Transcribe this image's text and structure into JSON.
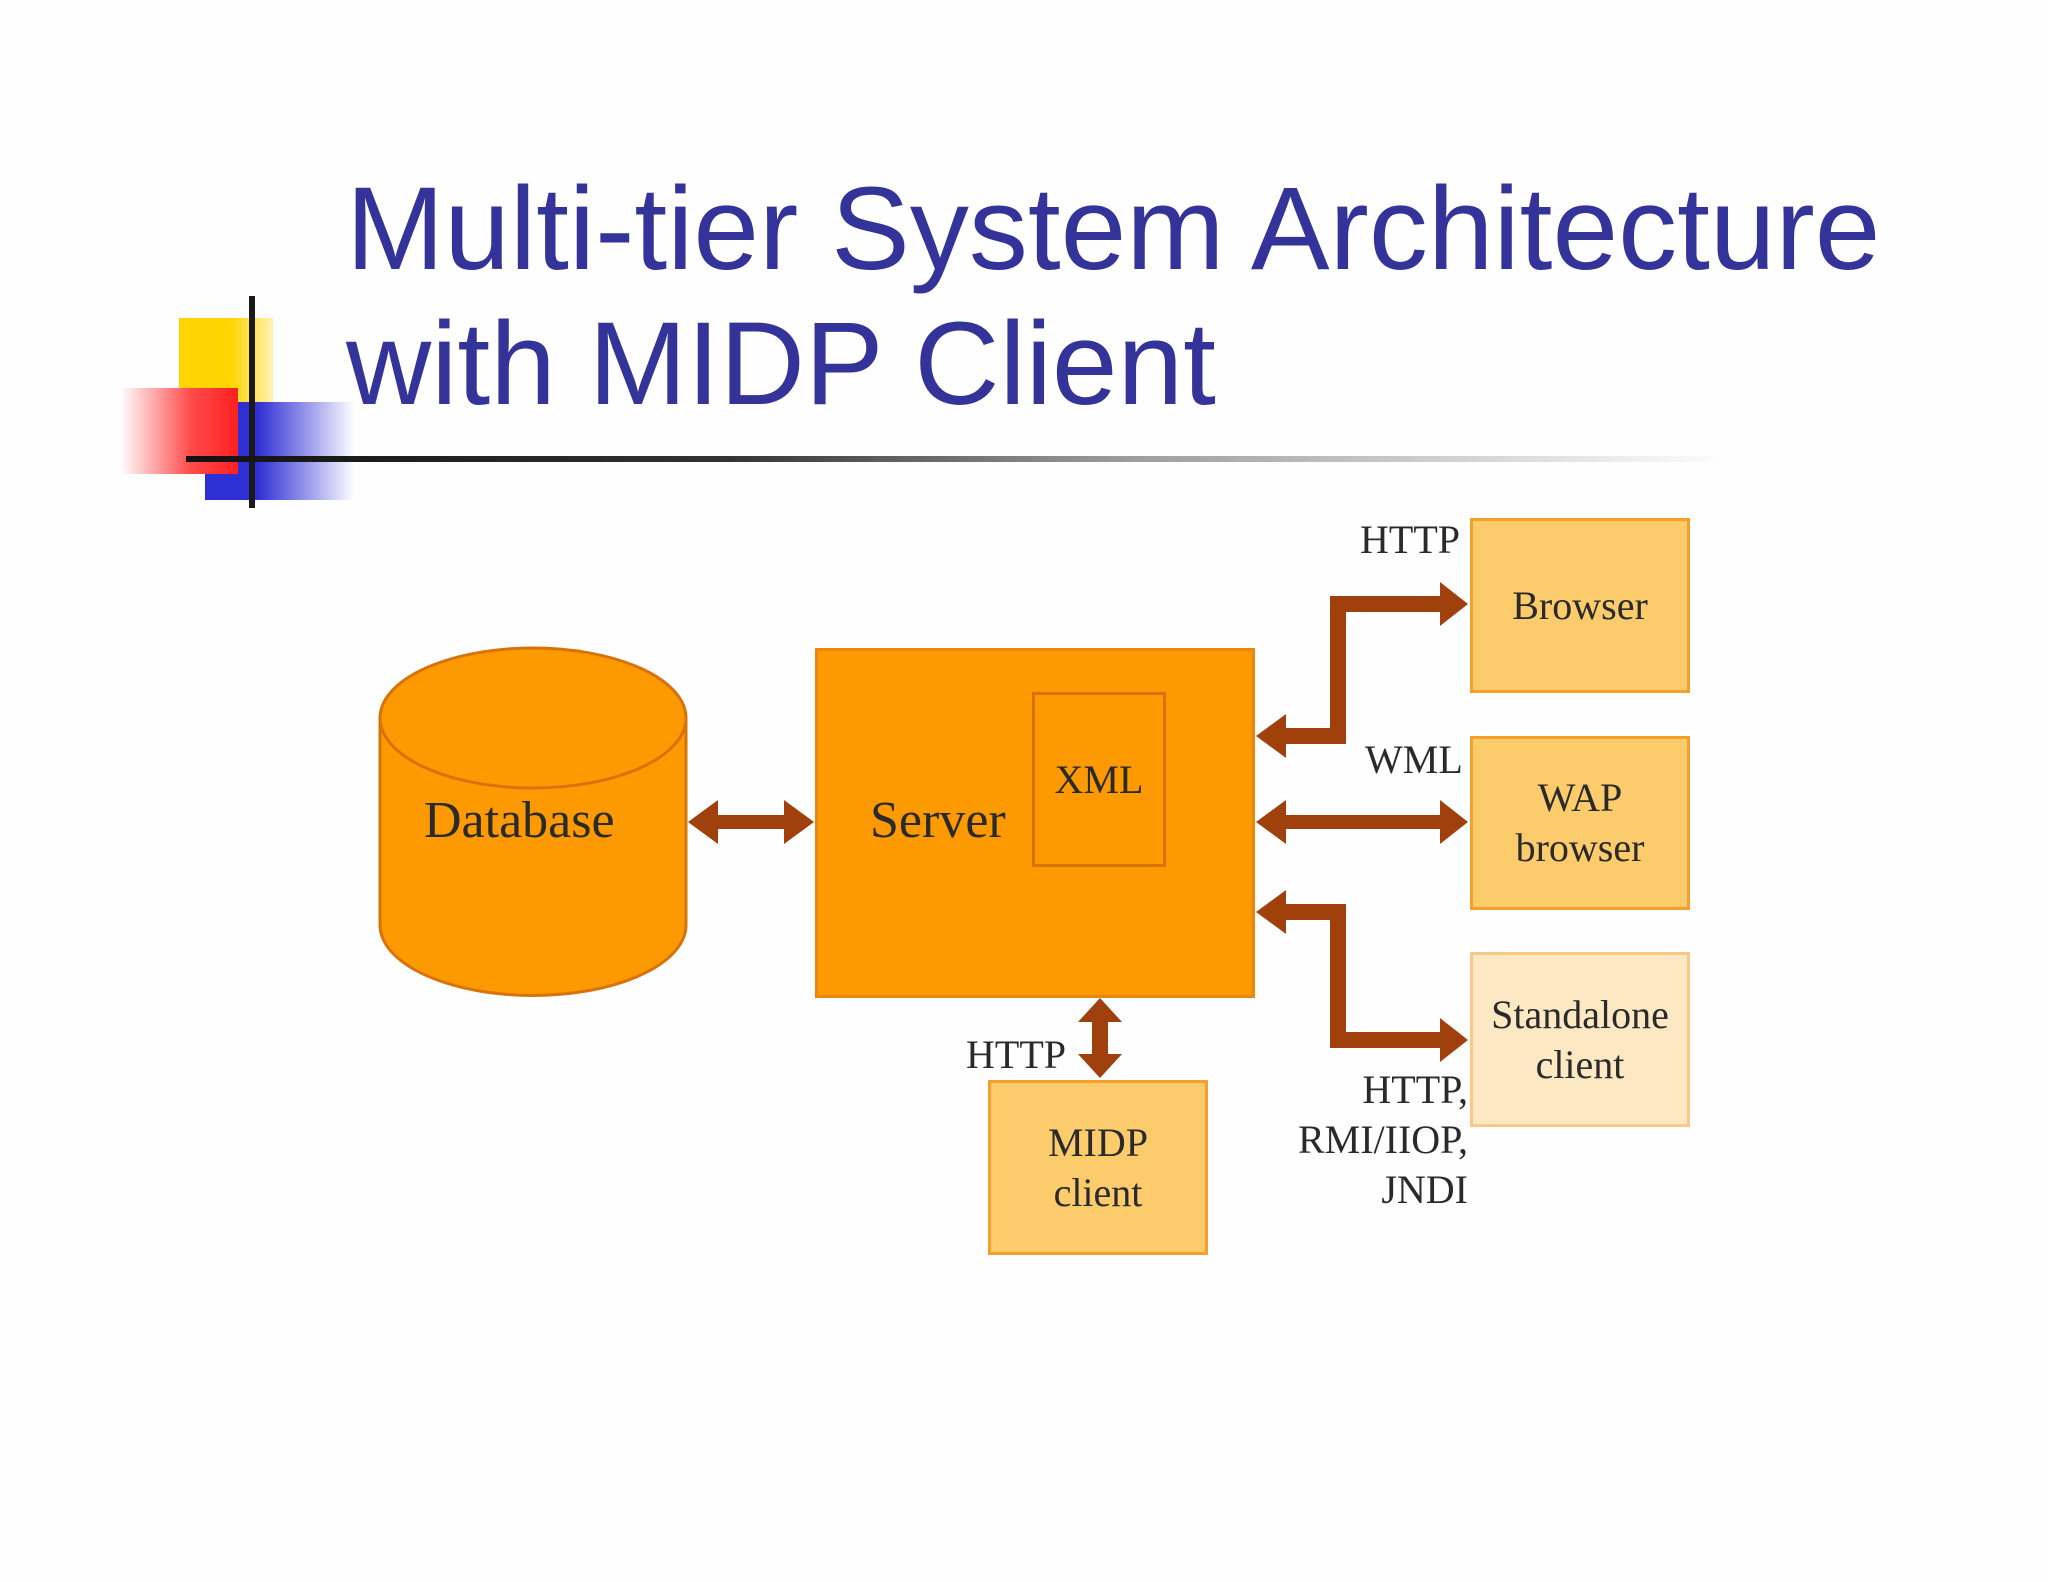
{
  "slide": {
    "title_line1": "Multi-tier System Architecture",
    "title_line2": "with MIDP Client"
  },
  "diagram": {
    "database": "Database",
    "server": "Server",
    "xml": "XML",
    "clients": {
      "browser": "Browser",
      "wap_line1": "WAP",
      "wap_line2": "browser",
      "standalone_line1": "Standalone",
      "standalone_line2": "client",
      "midp_line1": "MIDP",
      "midp_line2": "client"
    },
    "protocols": {
      "browser": "HTTP",
      "wap": "WML",
      "midp": "HTTP",
      "standalone_line1": "HTTP,",
      "standalone_line2": "RMI/IIOP,",
      "standalone_line3": "JNDI"
    },
    "colors": {
      "title": "#33339a",
      "server_fill": "#fd9a02",
      "client_fill": "#fccb6b",
      "arrow_dark": "#a0410d",
      "arrow_light": "#d9d9d9"
    }
  }
}
